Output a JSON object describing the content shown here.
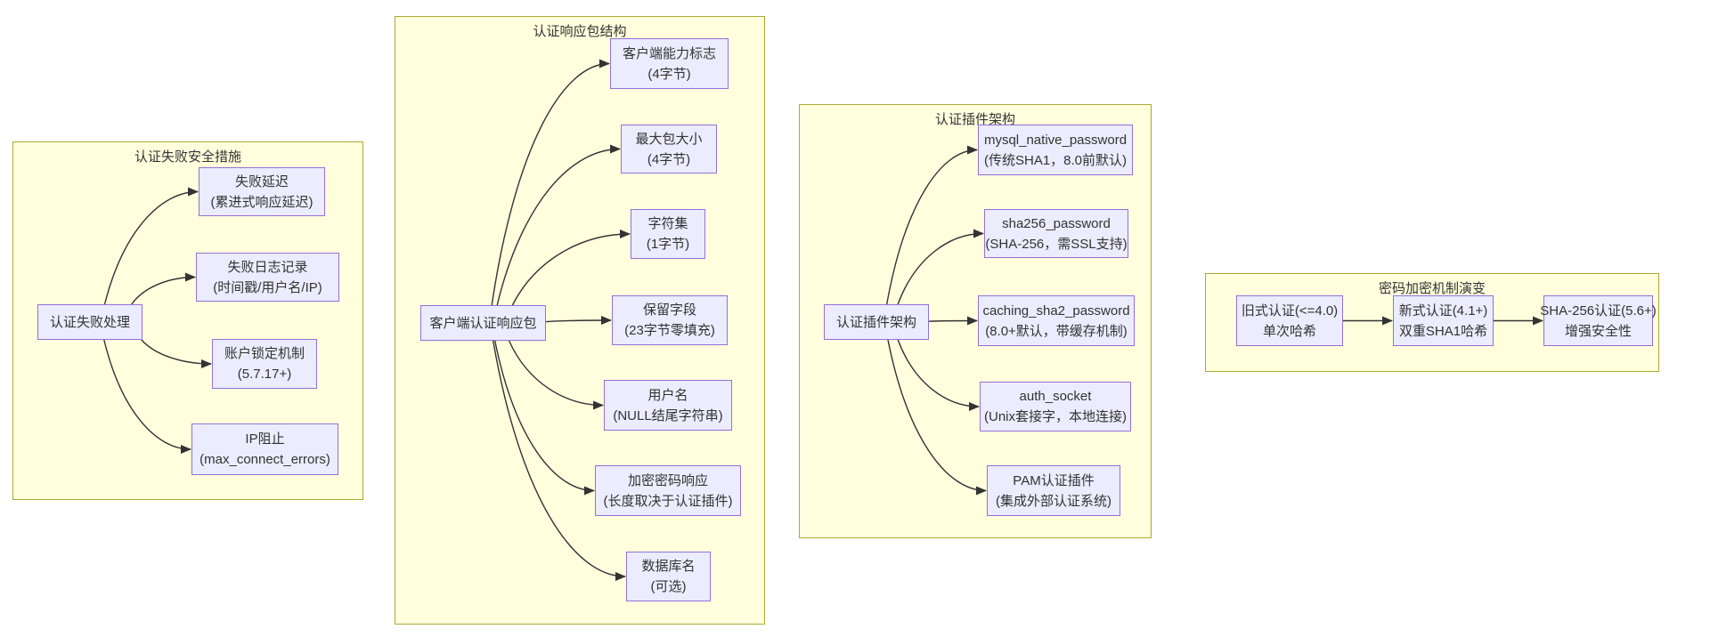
{
  "clusters": {
    "failure": {
      "title": "认证失败安全措施",
      "root": "认证失败处理",
      "nodes": {
        "delay": {
          "t": "失败延迟",
          "s": "(累进式响应延迟)"
        },
        "log": {
          "t": "失败日志记录",
          "s": "(时间戳/用户名/IP)"
        },
        "lock": {
          "t": "账户锁定机制",
          "s": "(5.7.17+)"
        },
        "ipblock": {
          "t": "IP阻止",
          "s": "(max_connect_errors)"
        }
      }
    },
    "packet": {
      "title": "认证响应包结构",
      "root": "客户端认证响应包",
      "nodes": {
        "caps": {
          "t": "客户端能力标志",
          "s": "(4字节)"
        },
        "maxpkt": {
          "t": "最大包大小",
          "s": "(4字节)"
        },
        "charset": {
          "t": "字符集",
          "s": "(1字节)"
        },
        "reserved": {
          "t": "保留字段",
          "s": "(23字节零填充)"
        },
        "username": {
          "t": "用户名",
          "s": "(NULL结尾字符串)"
        },
        "authresp": {
          "t": "加密密码响应",
          "s": "(长度取决于认证插件)"
        },
        "dbname": {
          "t": "数据库名",
          "s": "(可选)"
        }
      }
    },
    "plugins": {
      "title": "认证插件架构",
      "root": "认证插件架构",
      "nodes": {
        "native": {
          "t": "mysql_native_password",
          "s": "(传统SHA1，8.0前默认)"
        },
        "sha256": {
          "t": "sha256_password",
          "s": "(SHA-256，需SSL支持)"
        },
        "caching": {
          "t": "caching_sha2_password",
          "s": "(8.0+默认，带缓存机制)"
        },
        "socket": {
          "t": "auth_socket",
          "s": "(Unix套接字，本地连接)"
        },
        "pam": {
          "t": "PAM认证插件",
          "s": "(集成外部认证系统)"
        }
      }
    },
    "evolution": {
      "title": "密码加密机制演变",
      "nodes": {
        "old": {
          "t": "旧式认证(<=4.0)",
          "s": "单次哈希"
        },
        "new": {
          "t": "新式认证(4.1+)",
          "s": "双重SHA1哈希"
        },
        "sha": {
          "t": "SHA-256认证(5.6+)",
          "s": "增强安全性"
        }
      }
    }
  },
  "edges": [
    {
      "from": "failure.root",
      "to": "failure.delay"
    },
    {
      "from": "failure.root",
      "to": "failure.log"
    },
    {
      "from": "failure.root",
      "to": "failure.lock"
    },
    {
      "from": "failure.root",
      "to": "failure.ipblock"
    },
    {
      "from": "packet.root",
      "to": "packet.caps"
    },
    {
      "from": "packet.root",
      "to": "packet.maxpkt"
    },
    {
      "from": "packet.root",
      "to": "packet.charset"
    },
    {
      "from": "packet.root",
      "to": "packet.reserved"
    },
    {
      "from": "packet.root",
      "to": "packet.username"
    },
    {
      "from": "packet.root",
      "to": "packet.authresp"
    },
    {
      "from": "packet.root",
      "to": "packet.dbname"
    },
    {
      "from": "plugins.root",
      "to": "plugins.native"
    },
    {
      "from": "plugins.root",
      "to": "plugins.sha256"
    },
    {
      "from": "plugins.root",
      "to": "plugins.caching"
    },
    {
      "from": "plugins.root",
      "to": "plugins.socket"
    },
    {
      "from": "plugins.root",
      "to": "plugins.pam"
    },
    {
      "from": "evolution.old",
      "to": "evolution.new"
    },
    {
      "from": "evolution.new",
      "to": "evolution.sha"
    }
  ],
  "colors": {
    "background": "#ffffff",
    "cluster_fill": "#ffffde",
    "cluster_border": "#aaaa33",
    "node_fill": "#ececff",
    "node_border": "#9370db",
    "edge": "#333333",
    "text": "#333333"
  }
}
